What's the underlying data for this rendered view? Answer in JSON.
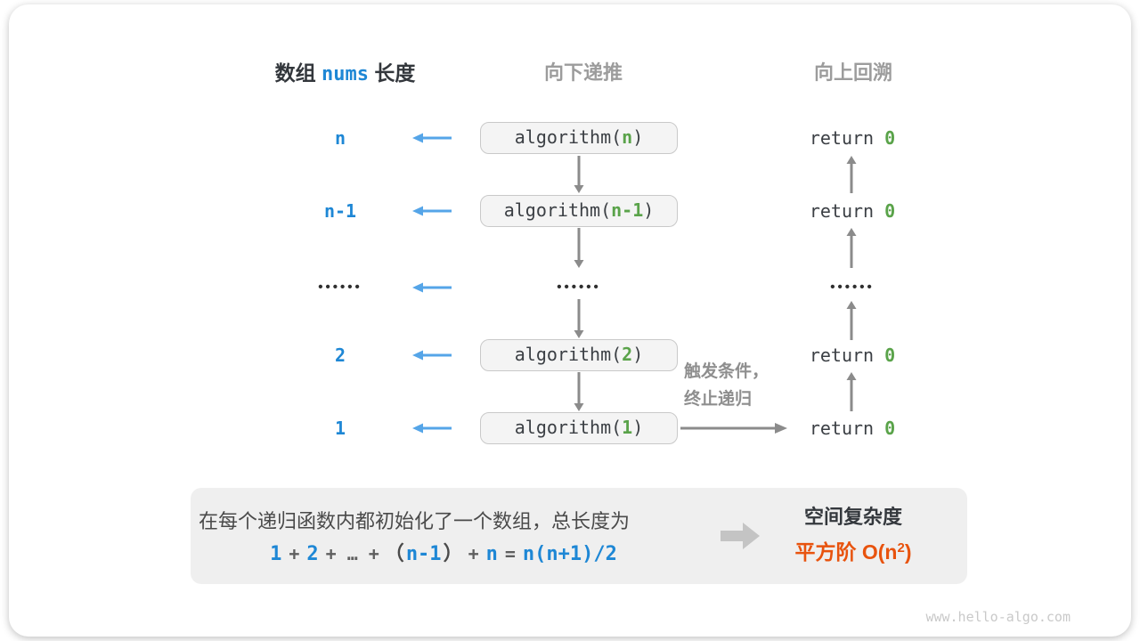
{
  "colors": {
    "accent_blue": "#1e87d5",
    "arrow_blue": "#55a5e8",
    "code_green": "#5aa34a",
    "arrow_gray": "#8b8b8b",
    "header_gray": "#9c9c9c",
    "highlight_orange": "#e8530e"
  },
  "header": {
    "col1_pre": "数组",
    "col1_code": "nums",
    "col1_post": "长度",
    "col2": "向下递推",
    "col3": "向上回溯"
  },
  "dots": "••••••",
  "code": {
    "prefix": "algorithm(",
    "suffix": ")"
  },
  "ret": {
    "keyword": "return",
    "value": "0"
  },
  "rows": [
    {
      "label": "n",
      "arg": "n"
    },
    {
      "label": "n-1",
      "arg": "n-1"
    },
    {
      "label": "2",
      "arg": "2"
    },
    {
      "label": "1",
      "arg": "1"
    }
  ],
  "annotation": {
    "line1": "触发条件，",
    "line2": "终止递归"
  },
  "summary": {
    "line1": "在每个递归函数内都初始化了一个数组，总长度为",
    "formula_parts": [
      "1",
      "+",
      "2",
      "+",
      "…",
      "+",
      "（",
      "n-1",
      "）",
      "+",
      "n",
      "=",
      "n(n+1)/2"
    ]
  },
  "result": {
    "title": "空间复杂度",
    "label": "平方阶 O(n",
    "sup": "2",
    "close": ")"
  },
  "watermark": "www.hello-algo.com"
}
